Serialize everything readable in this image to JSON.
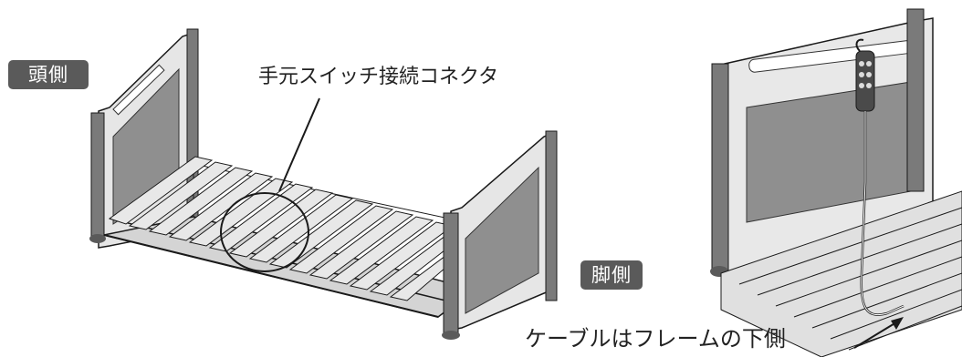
{
  "labels": {
    "head_side": "頭側",
    "foot_side": "脚側",
    "connector": "手元スイッチ接続コネクタ",
    "cable_note": "ケーブルはフレームの下側"
  },
  "colors": {
    "badge_bg": "#5a5a5a",
    "badge_text": "#ffffff",
    "line": "#1a1a1a",
    "panel": "#9a9a9a",
    "frame": "#6e6e6e",
    "slat": "#d9d9d9"
  },
  "icons": [
    "bed-illustration",
    "bed-closeup-illustration",
    "hand-switch-icon",
    "leader-arrow-icon"
  ]
}
